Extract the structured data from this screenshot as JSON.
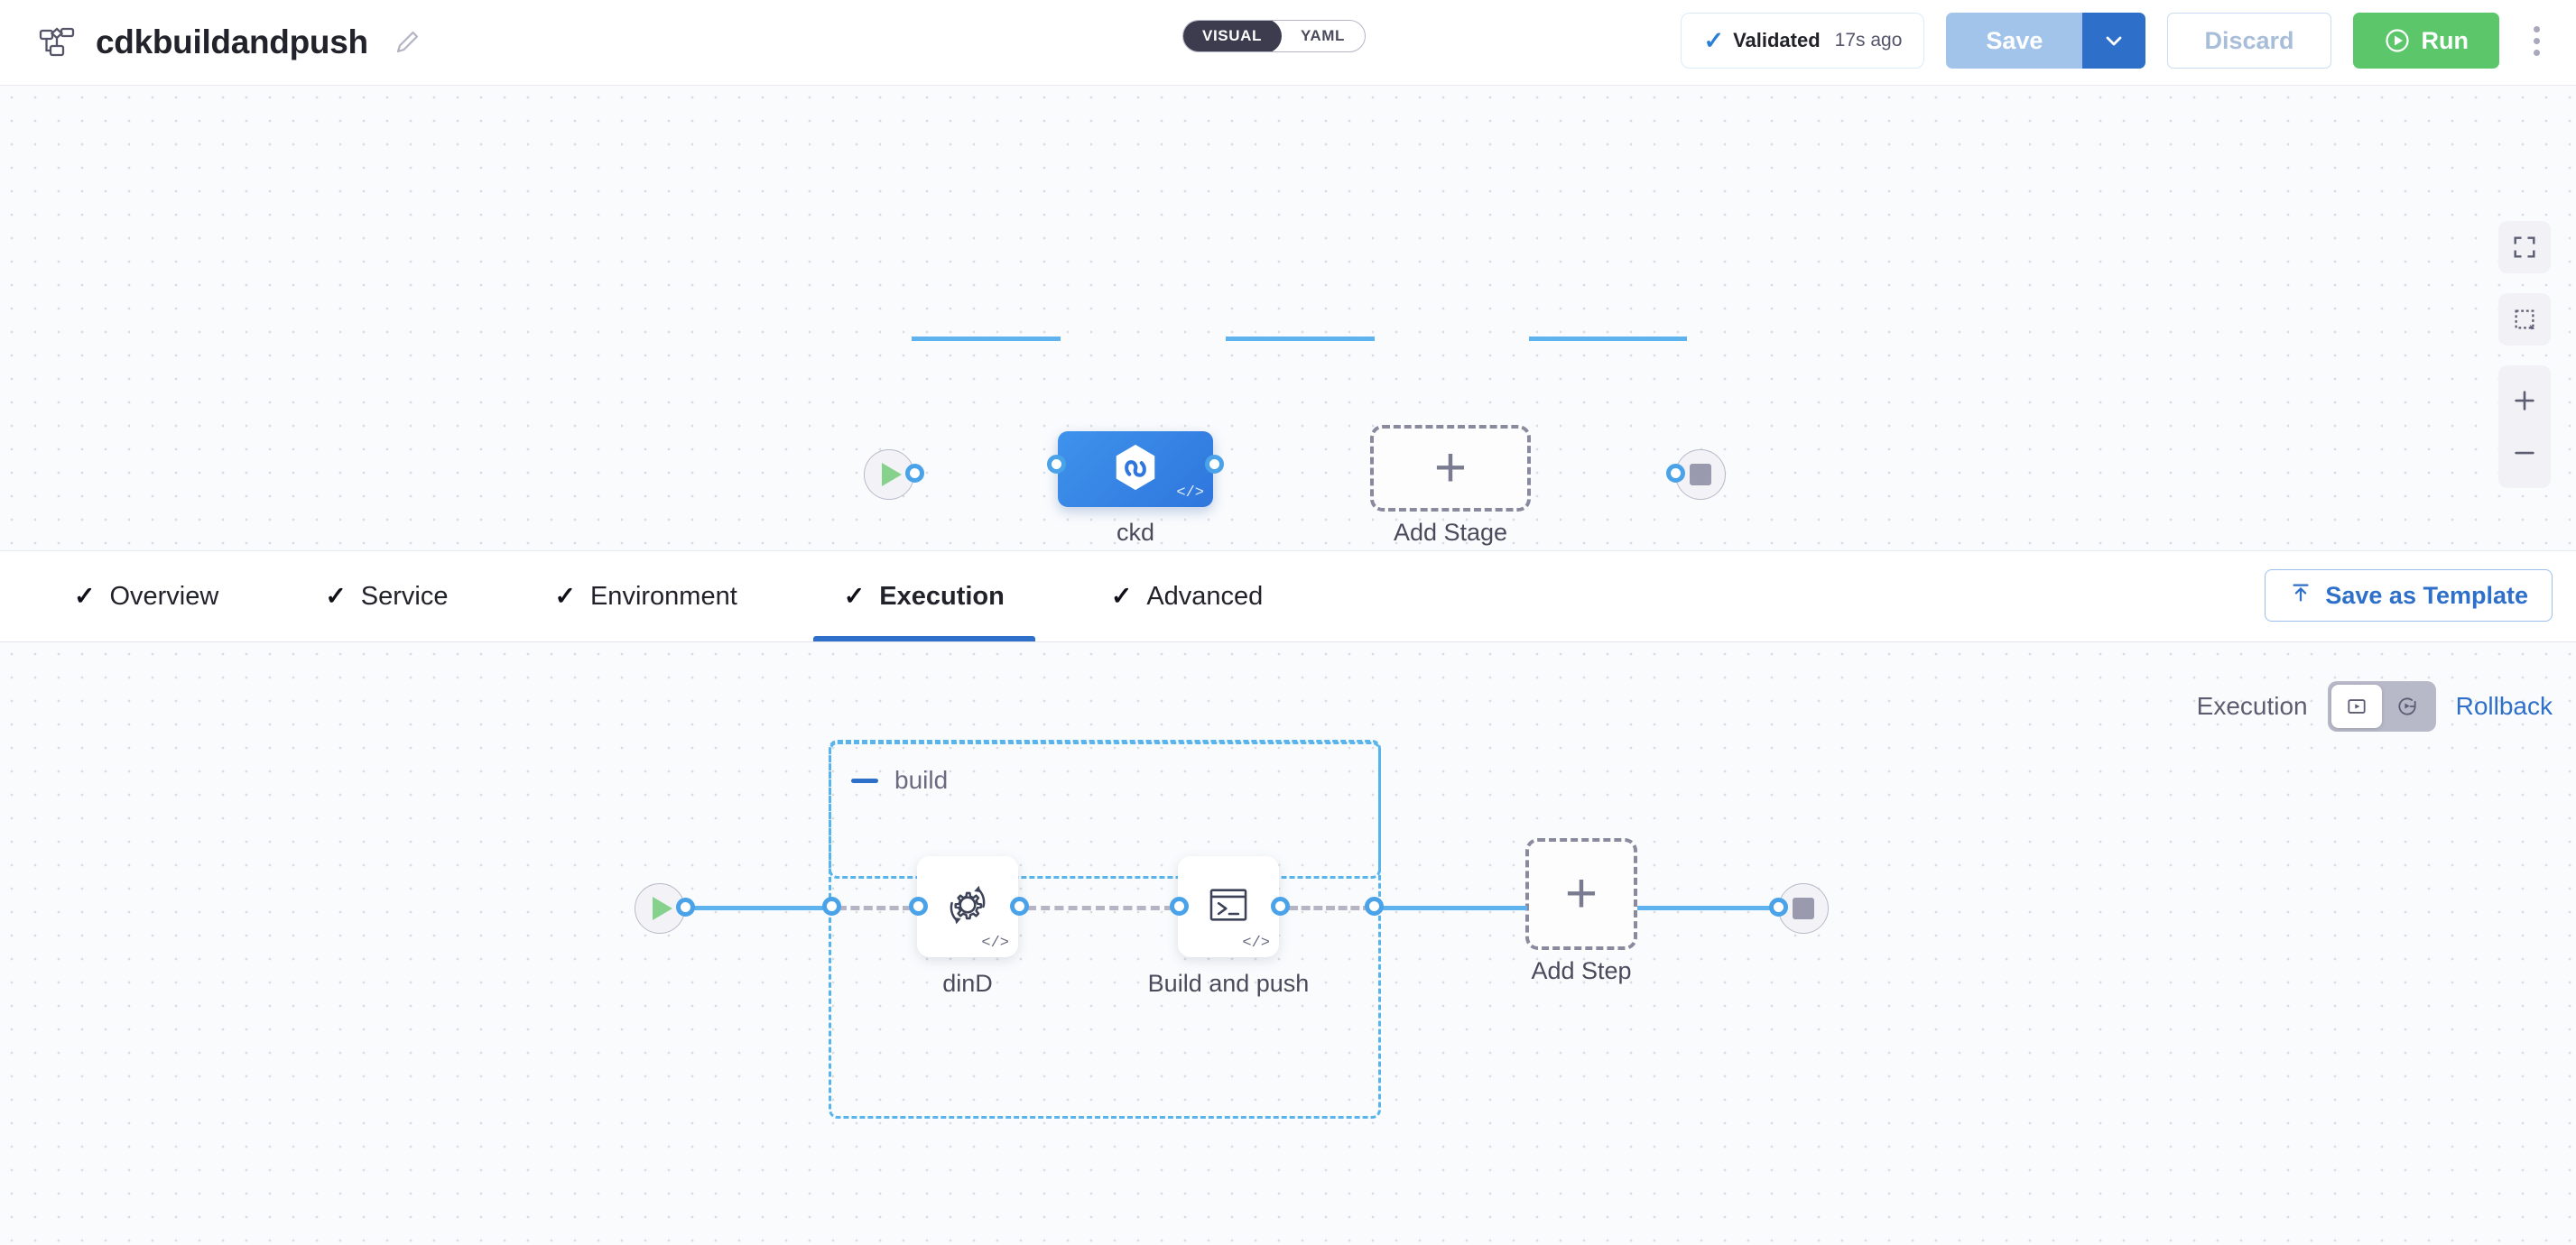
{
  "header": {
    "pipeline_icon": "pipeline-nodes-icon",
    "title": "cdkbuildandpush",
    "edit_icon": "pencil-icon",
    "mode_toggle": {
      "options": [
        "VISUAL",
        "YAML"
      ],
      "selected": "VISUAL"
    },
    "validated": {
      "icon": "check-icon",
      "label": "Validated",
      "time": "17s ago"
    },
    "save_label": "Save",
    "save_caret_icon": "chevron-down-icon",
    "discard_label": "Discard",
    "run_label": "Run",
    "run_icon": "play-circle-icon",
    "menu_icon": "kebab-menu-icon",
    "colors": {
      "run_green": "#5cc76a",
      "save_blue": "#a3c4ea",
      "caret_blue": "#2d6fc9",
      "accent": "#2d6fc9"
    }
  },
  "canvas_controls": [
    {
      "name": "fit-screen-icon"
    },
    {
      "name": "marquee-select-icon"
    },
    {
      "name": "zoom-in-icon"
    },
    {
      "name": "zoom-out-icon"
    }
  ],
  "stage_graph": {
    "start_node": "start-node",
    "end_node": "end-node",
    "stages": [
      {
        "label": "ckd",
        "icon": "harness-hexagon-icon",
        "badge": "</>",
        "selected": true
      }
    ],
    "add_stage_label": "Add Stage",
    "add_stage_icon": "plus-icon"
  },
  "tabs": [
    {
      "label": "Overview",
      "checked": true,
      "active": false
    },
    {
      "label": "Service",
      "checked": true,
      "active": false
    },
    {
      "label": "Environment",
      "checked": true,
      "active": false
    },
    {
      "label": "Execution",
      "checked": true,
      "active": true
    },
    {
      "label": "Advanced",
      "checked": true,
      "active": false
    }
  ],
  "tabbar": {
    "save_template_label": "Save as Template",
    "save_template_icon": "upload-template-icon",
    "check_glyph": "✓"
  },
  "execution_bar": {
    "execution_label": "Execution",
    "rollback_label": "Rollback",
    "toggle": {
      "options": [
        {
          "name": "execution-view-icon",
          "active": true
        },
        {
          "name": "rollback-view-icon",
          "active": false
        }
      ]
    }
  },
  "step_graph": {
    "start_node": "start-node",
    "end_node": "end-node",
    "group": {
      "title": "build",
      "collapse_icon": "minus-collapse-icon",
      "steps": [
        {
          "label": "dinD",
          "icon": "gear-rotate-icon",
          "badge": "</>"
        },
        {
          "label": "Build and push",
          "icon": "terminal-icon",
          "badge": "</>"
        }
      ]
    },
    "add_step_label": "Add Step",
    "add_step_icon": "plus-icon"
  }
}
